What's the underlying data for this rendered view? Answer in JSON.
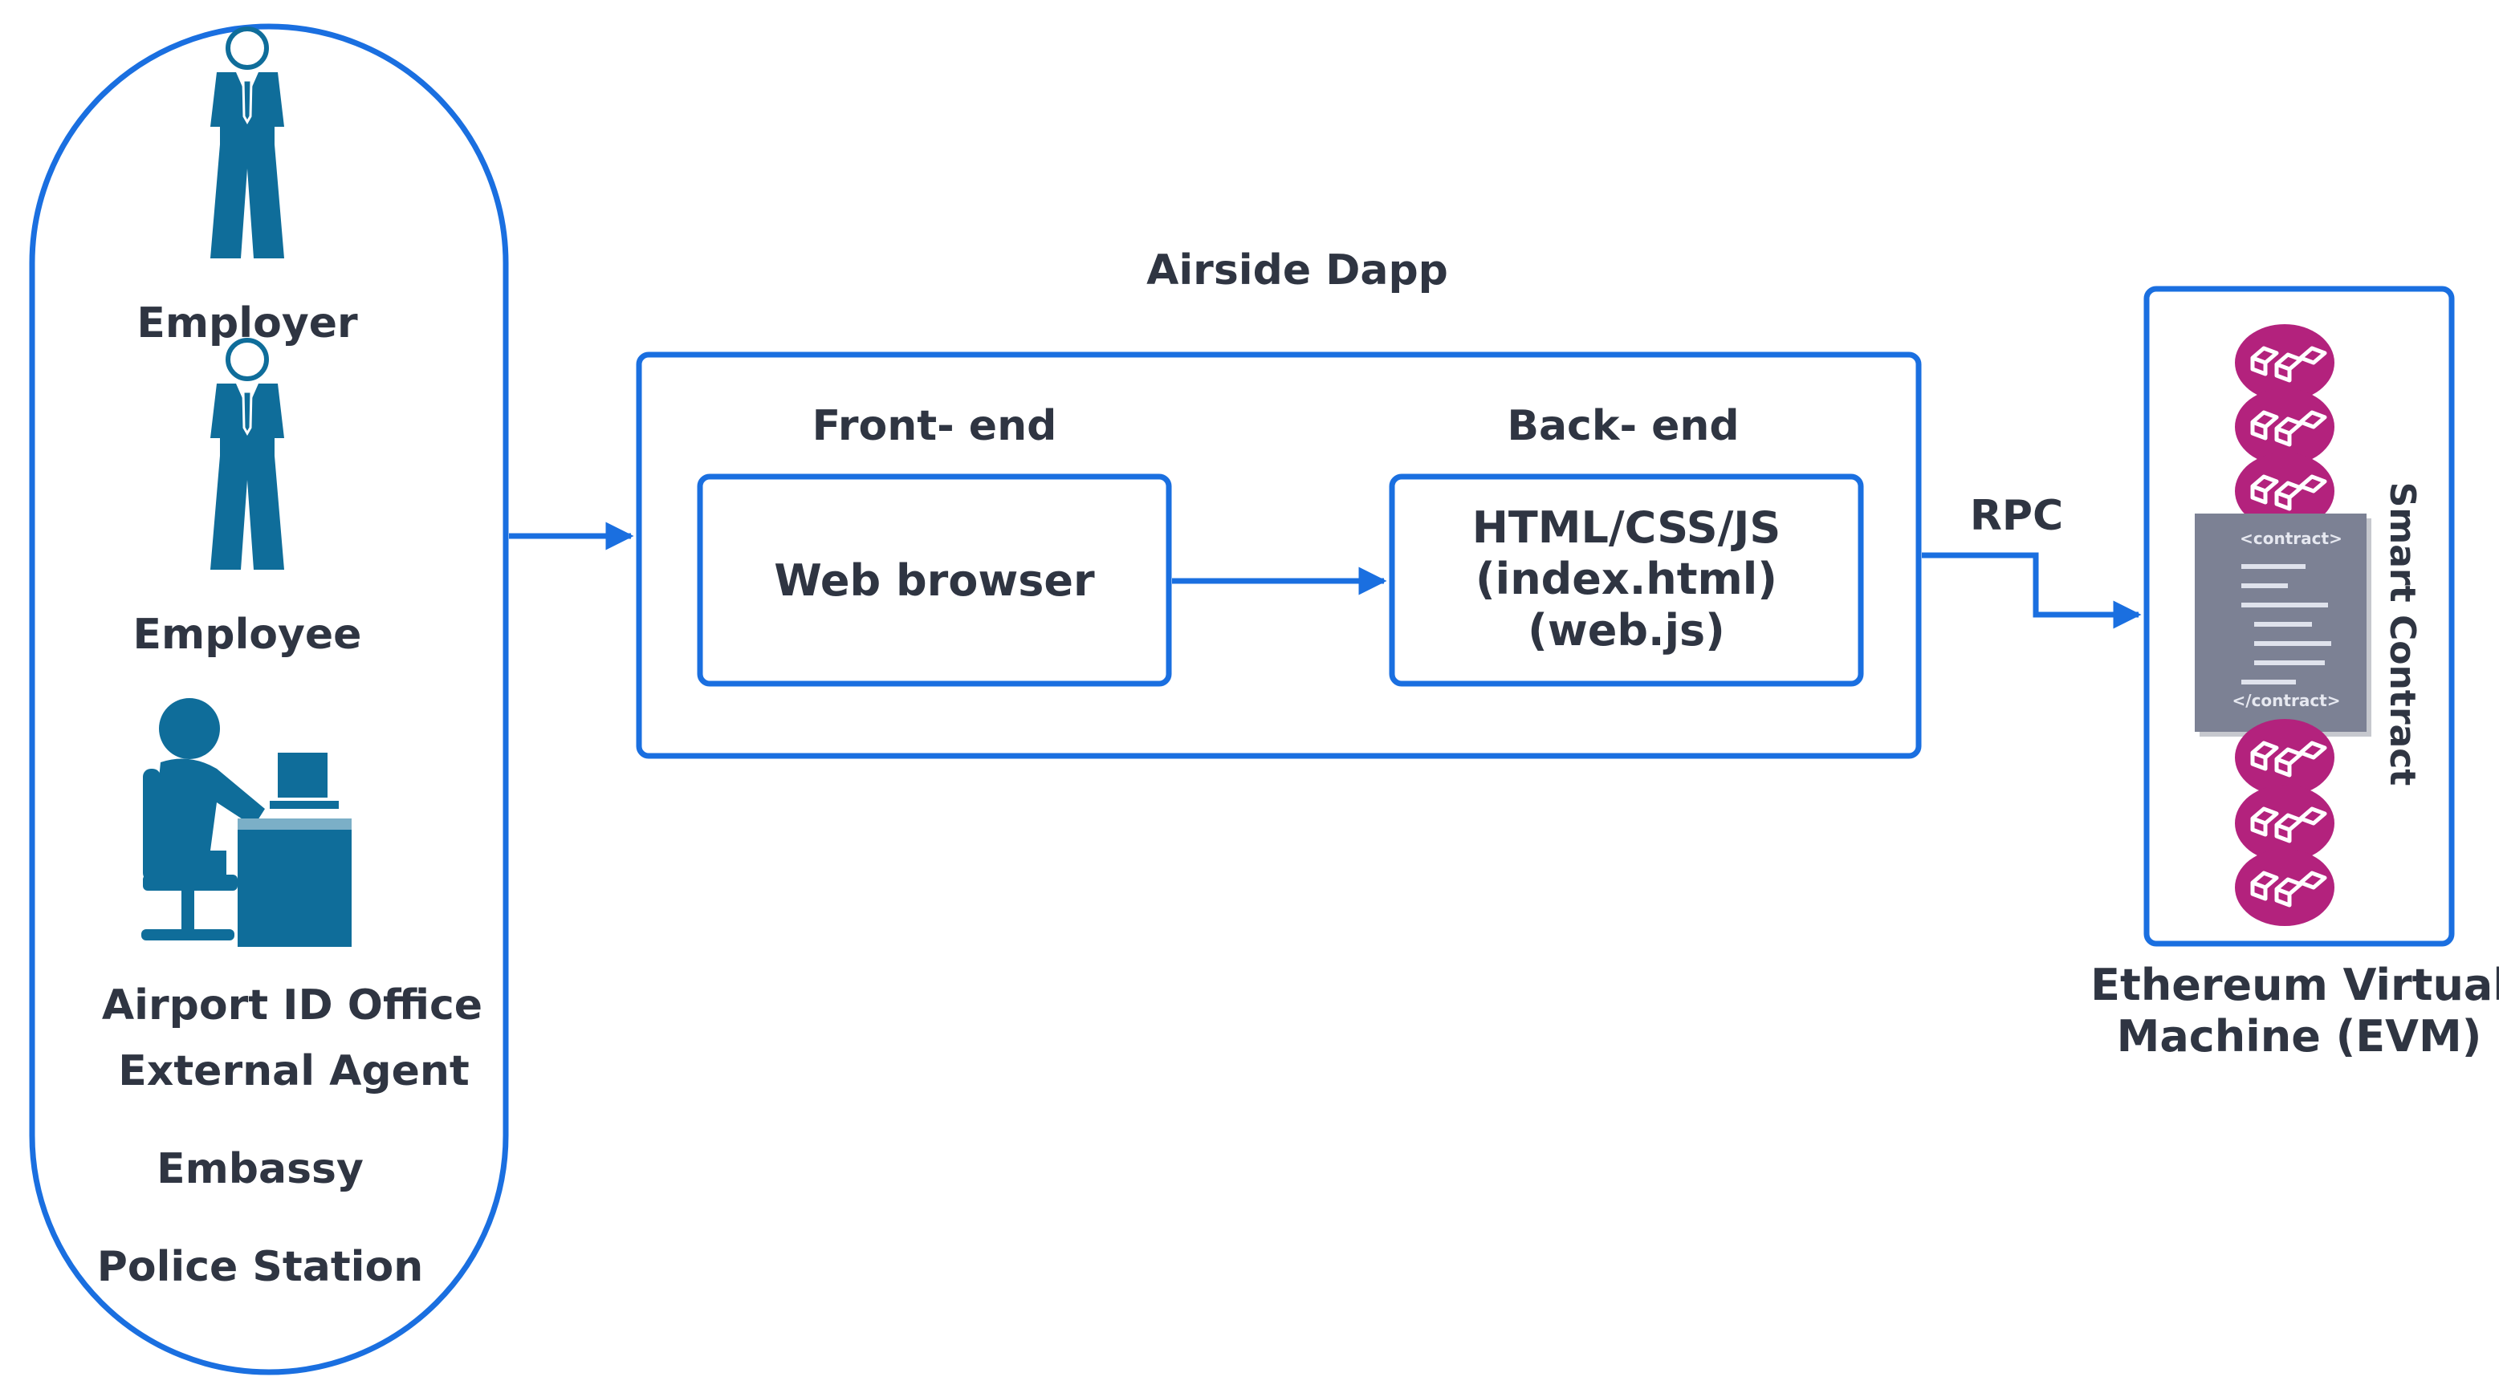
{
  "colors": {
    "outline": "#1a6fe0",
    "person": "#0f6d9a",
    "text": "#2f3542",
    "blockchain": "#b3227d",
    "contract_doc": "#7c8194"
  },
  "actors": {
    "employer": "Employer",
    "employee": "Employee",
    "id_office_line1": "Airport ID Office",
    "id_office_line2": "External Agent",
    "embassy": "Embassy",
    "police": "Police Station"
  },
  "dapp": {
    "title": "Airside Dapp",
    "frontend_label": "Front- end",
    "frontend_box": "Web browser",
    "backend_label": "Back- end",
    "backend_line1": "HTML/CSS/JS",
    "backend_line2": "(index.html)",
    "backend_line3": "(web.js)"
  },
  "rpc_label": "RPC",
  "evm": {
    "side_label": "Smart Contract",
    "doc_open_tag": "<contract>",
    "doc_close_tag": "</contract>",
    "caption_line1": "Ethereum Virtual",
    "caption_line2": "Machine (EVM)"
  },
  "icons": [
    "employer-icon",
    "employee-icon",
    "office-worker-icon",
    "blockchain-icon",
    "contract-document-icon",
    "arrow-icon"
  ]
}
